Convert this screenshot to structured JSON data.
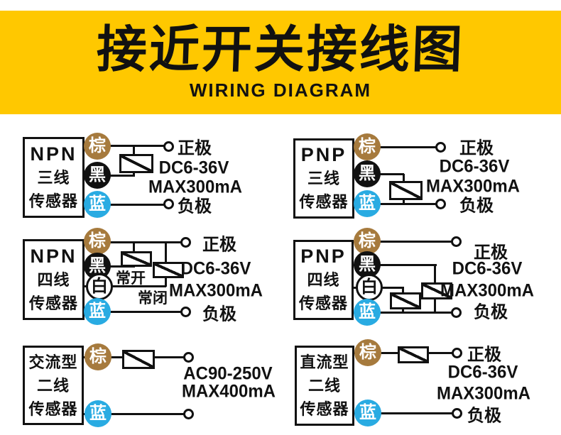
{
  "header": {
    "title": "接近开关接线图",
    "subtitle": "WIRING DIAGRAM"
  },
  "colors": {
    "header_bg": "#FFC800",
    "wire_brown": "#A67A3D",
    "wire_black": "#111111",
    "wire_blue": "#29ABE2",
    "line": "#111111"
  },
  "wire_labels": {
    "brown": "棕",
    "black": "黑",
    "white": "白",
    "blue": "蓝"
  },
  "labels": {
    "positive": "正极",
    "negative": "负极",
    "dc_voltage": "DC6-36V",
    "dc_current": "MAX300mA",
    "ac_voltage": "AC90-250V",
    "ac_current": "MAX400mA",
    "normally_open": "常开",
    "normally_closed": "常闭"
  },
  "sensors": {
    "npn3": {
      "l1": "NPN",
      "l2": "三线",
      "l3": "传感器"
    },
    "pnp3": {
      "l1": "PNP",
      "l2": "三线",
      "l3": "传感器"
    },
    "npn4": {
      "l1": "NPN",
      "l2": "四线",
      "l3": "传感器"
    },
    "pnp4": {
      "l1": "PNP",
      "l2": "四线",
      "l3": "传感器"
    },
    "ac2": {
      "l1": "交流型",
      "l2": "二线",
      "l3": "传感器"
    },
    "dc2": {
      "l1": "直流型",
      "l2": "二线",
      "l3": "传感器"
    }
  }
}
